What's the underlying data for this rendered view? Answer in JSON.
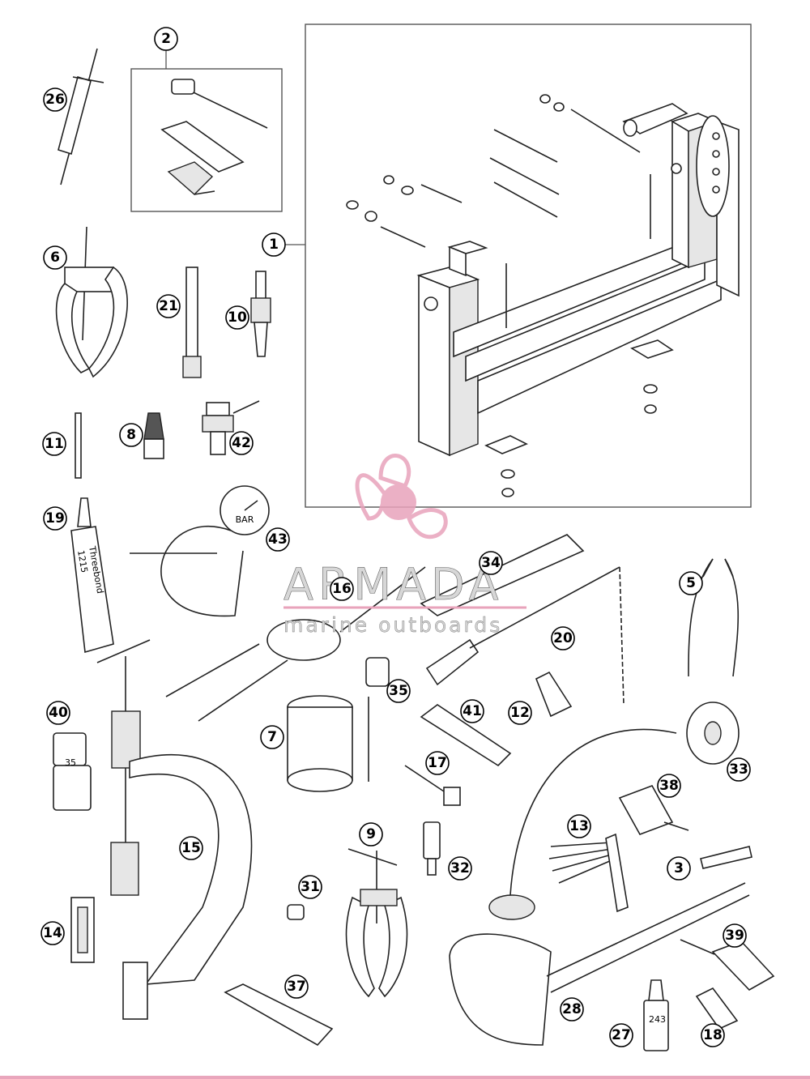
{
  "watermark": {
    "title": "ARMADA",
    "subtitle": "marine outboards",
    "accent_color": "#e8a3bb",
    "icon": "propeller-logo-icon"
  },
  "part_labels": {
    "gauge_dial": "BAR",
    "socket_size": "35",
    "tube_brand": "Threebond",
    "tube_code": "1215",
    "bottle_code": "243"
  },
  "callouts": [
    "1",
    "2",
    "3",
    "5",
    "6",
    "7",
    "8",
    "9",
    "10",
    "11",
    "12",
    "13",
    "14",
    "15",
    "16",
    "17",
    "18",
    "19",
    "20",
    "21",
    "26",
    "27",
    "28",
    "31",
    "32",
    "33",
    "34",
    "35",
    "37",
    "38",
    "39",
    "40",
    "41",
    "42",
    "43"
  ],
  "colors": {
    "line": "#222222",
    "fill": "#ffffff",
    "shade": "#e6e6e6",
    "box": "#555555"
  }
}
